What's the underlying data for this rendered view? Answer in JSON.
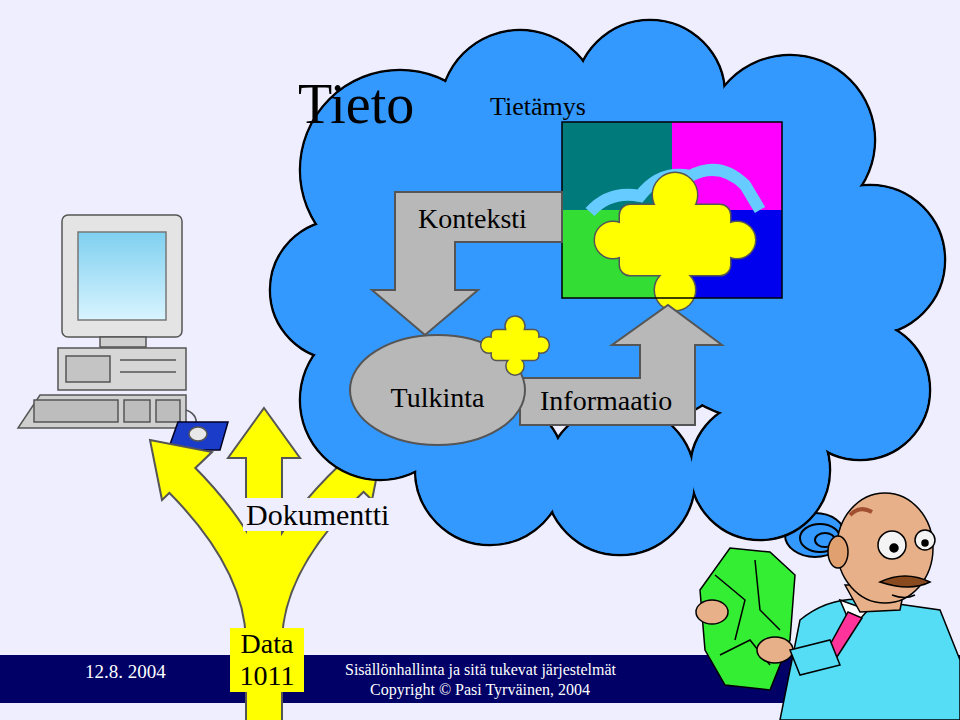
{
  "diagram": {
    "title": "Tieto",
    "nodes": [
      {
        "text": [
          "Tietämys"
        ]
      },
      {
        "text": [
          "Tulkinta"
        ],
        "in": 0
      }
    ],
    "labels": [
      "Konteksti",
      "Informaatio",
      "Dokumentti",
      "Data 1011",
      "12.8. 2004",
      "Sisällönhallinta ja sitä tukevat järjestelmät",
      "Copyright © Pasi Tyrväinen, 2004"
    ]
  }
}
